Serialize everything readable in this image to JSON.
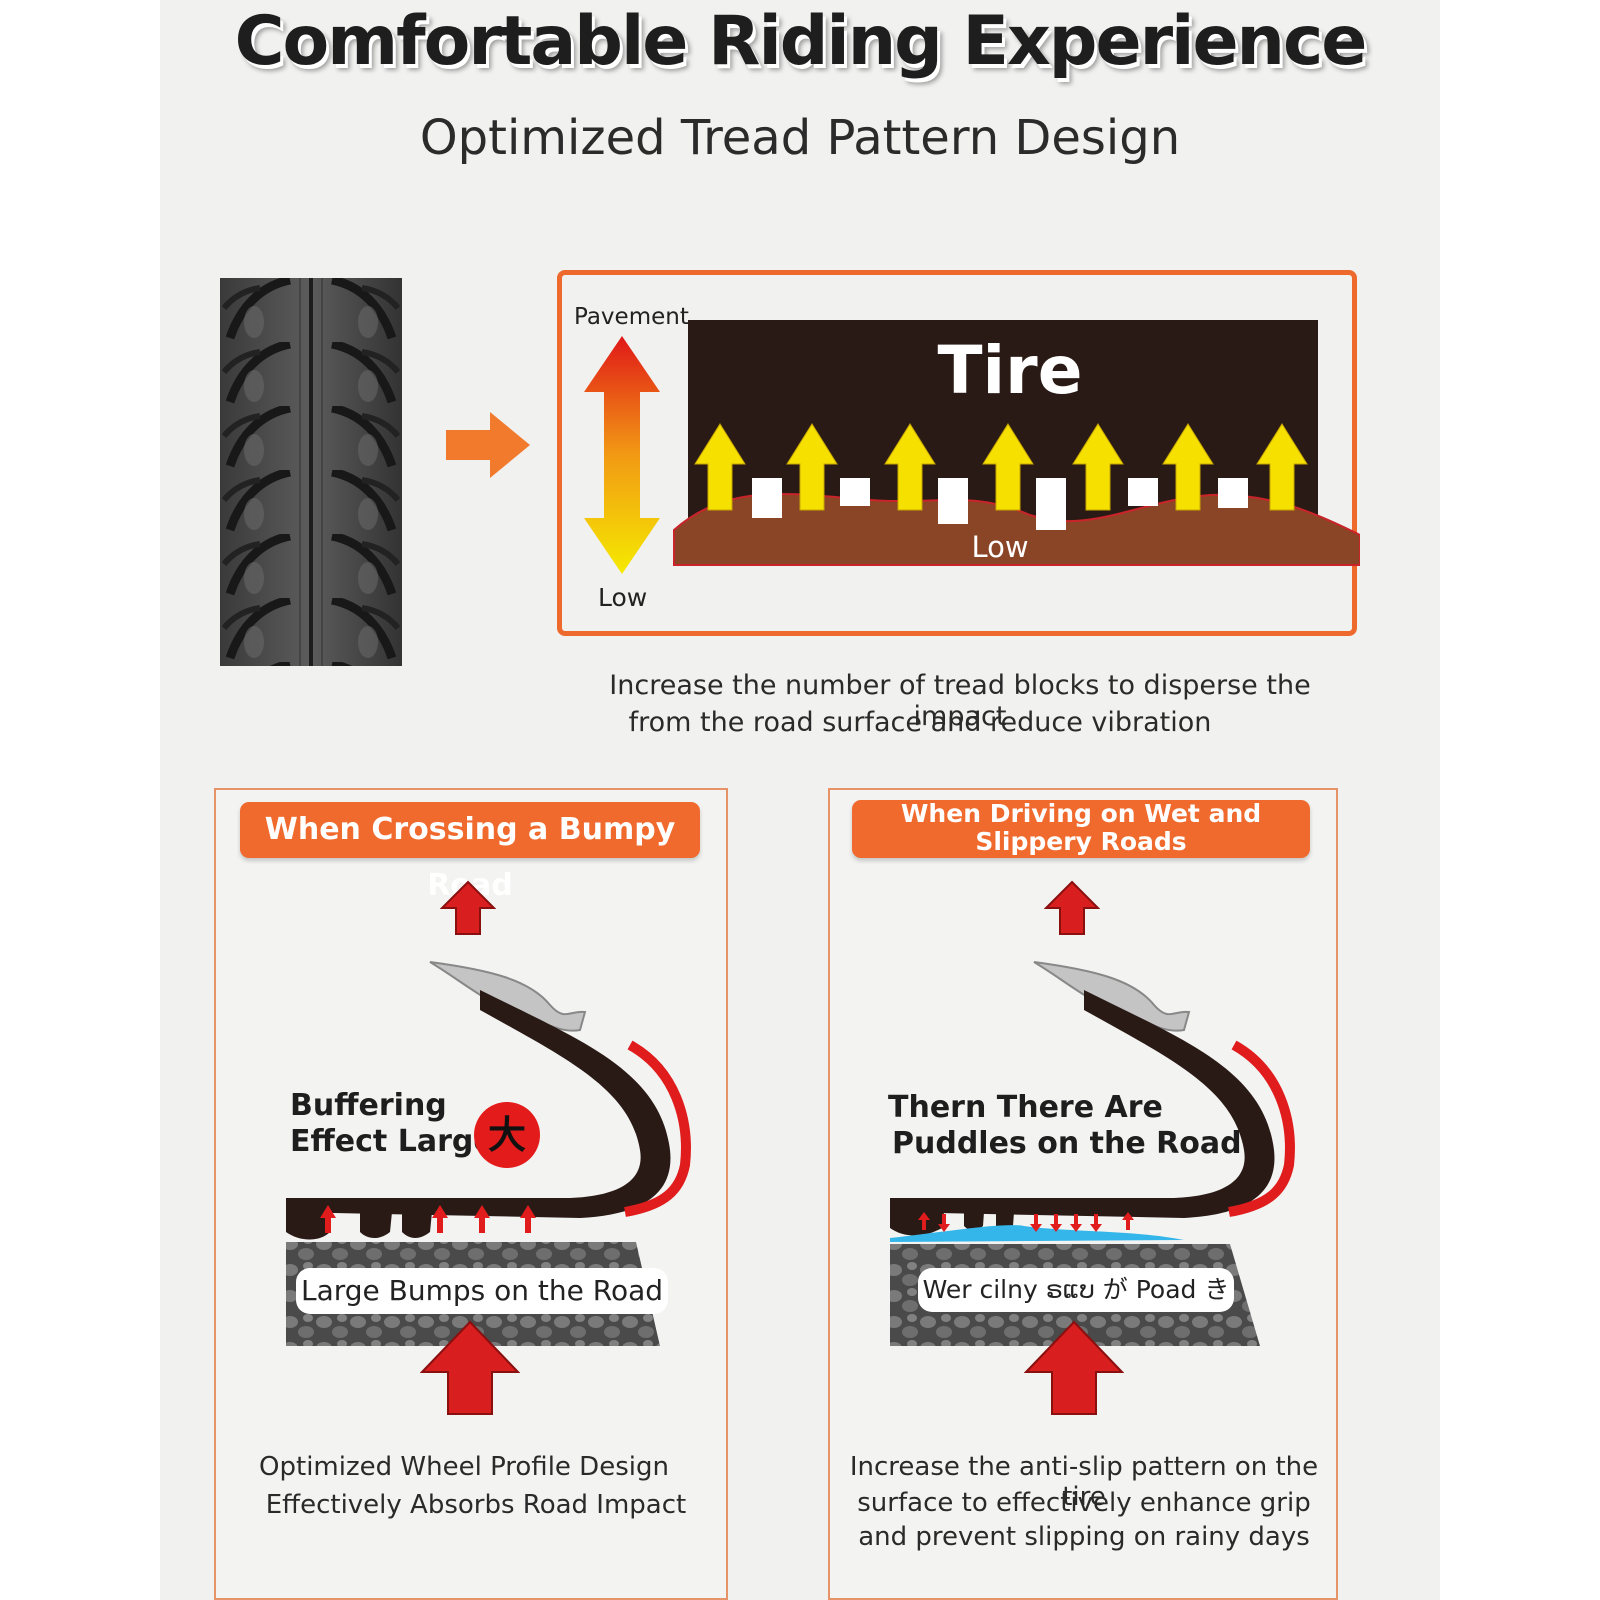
{
  "header": {
    "title": "Comfortable Riding Experience",
    "subtitle": "Optimized Tread Pattern Design"
  },
  "tread_diagram": {
    "scale_top": "Pavement",
    "scale_bottom": "Low",
    "tire_label": "Tire",
    "ground_label": "Low",
    "caption_line1": "Increase the number of tread blocks to disperse the impact",
    "caption_line2": "from the road surface and reduce vibration"
  },
  "bumpy_card": {
    "header": "When Crossing a Bumpy Road",
    "effect_line1": "Buffering",
    "effect_line2": "Effect Large",
    "badge": "大",
    "road_label": "Large Bumps on the Road",
    "caption_line1": "Optimized Wheel Profile Design",
    "caption_line2": "Effectively Absorbs Road Impact"
  },
  "wet_card": {
    "header_line1": "When Driving on Wet and",
    "header_line2": "Slippery Roads",
    "effect_line1": "Thern There Are",
    "effect_line2": "Puddles on the Road",
    "road_label": "Wer cilny ຣແບ が Poad き",
    "caption_line1": "Increase the anti-slip pattern on the tire",
    "caption_line2": "surface to effectively enhance grip",
    "caption_line3": "and prevent slipping on rainy days"
  },
  "colors": {
    "accent_orange": "#f06a2e",
    "arrow_red": "#d81e1e",
    "arrow_yellow": "#f6e000",
    "tire_dark": "#2a1a16",
    "ground_brown": "#8a4526",
    "water_blue": "#35b6ea"
  }
}
